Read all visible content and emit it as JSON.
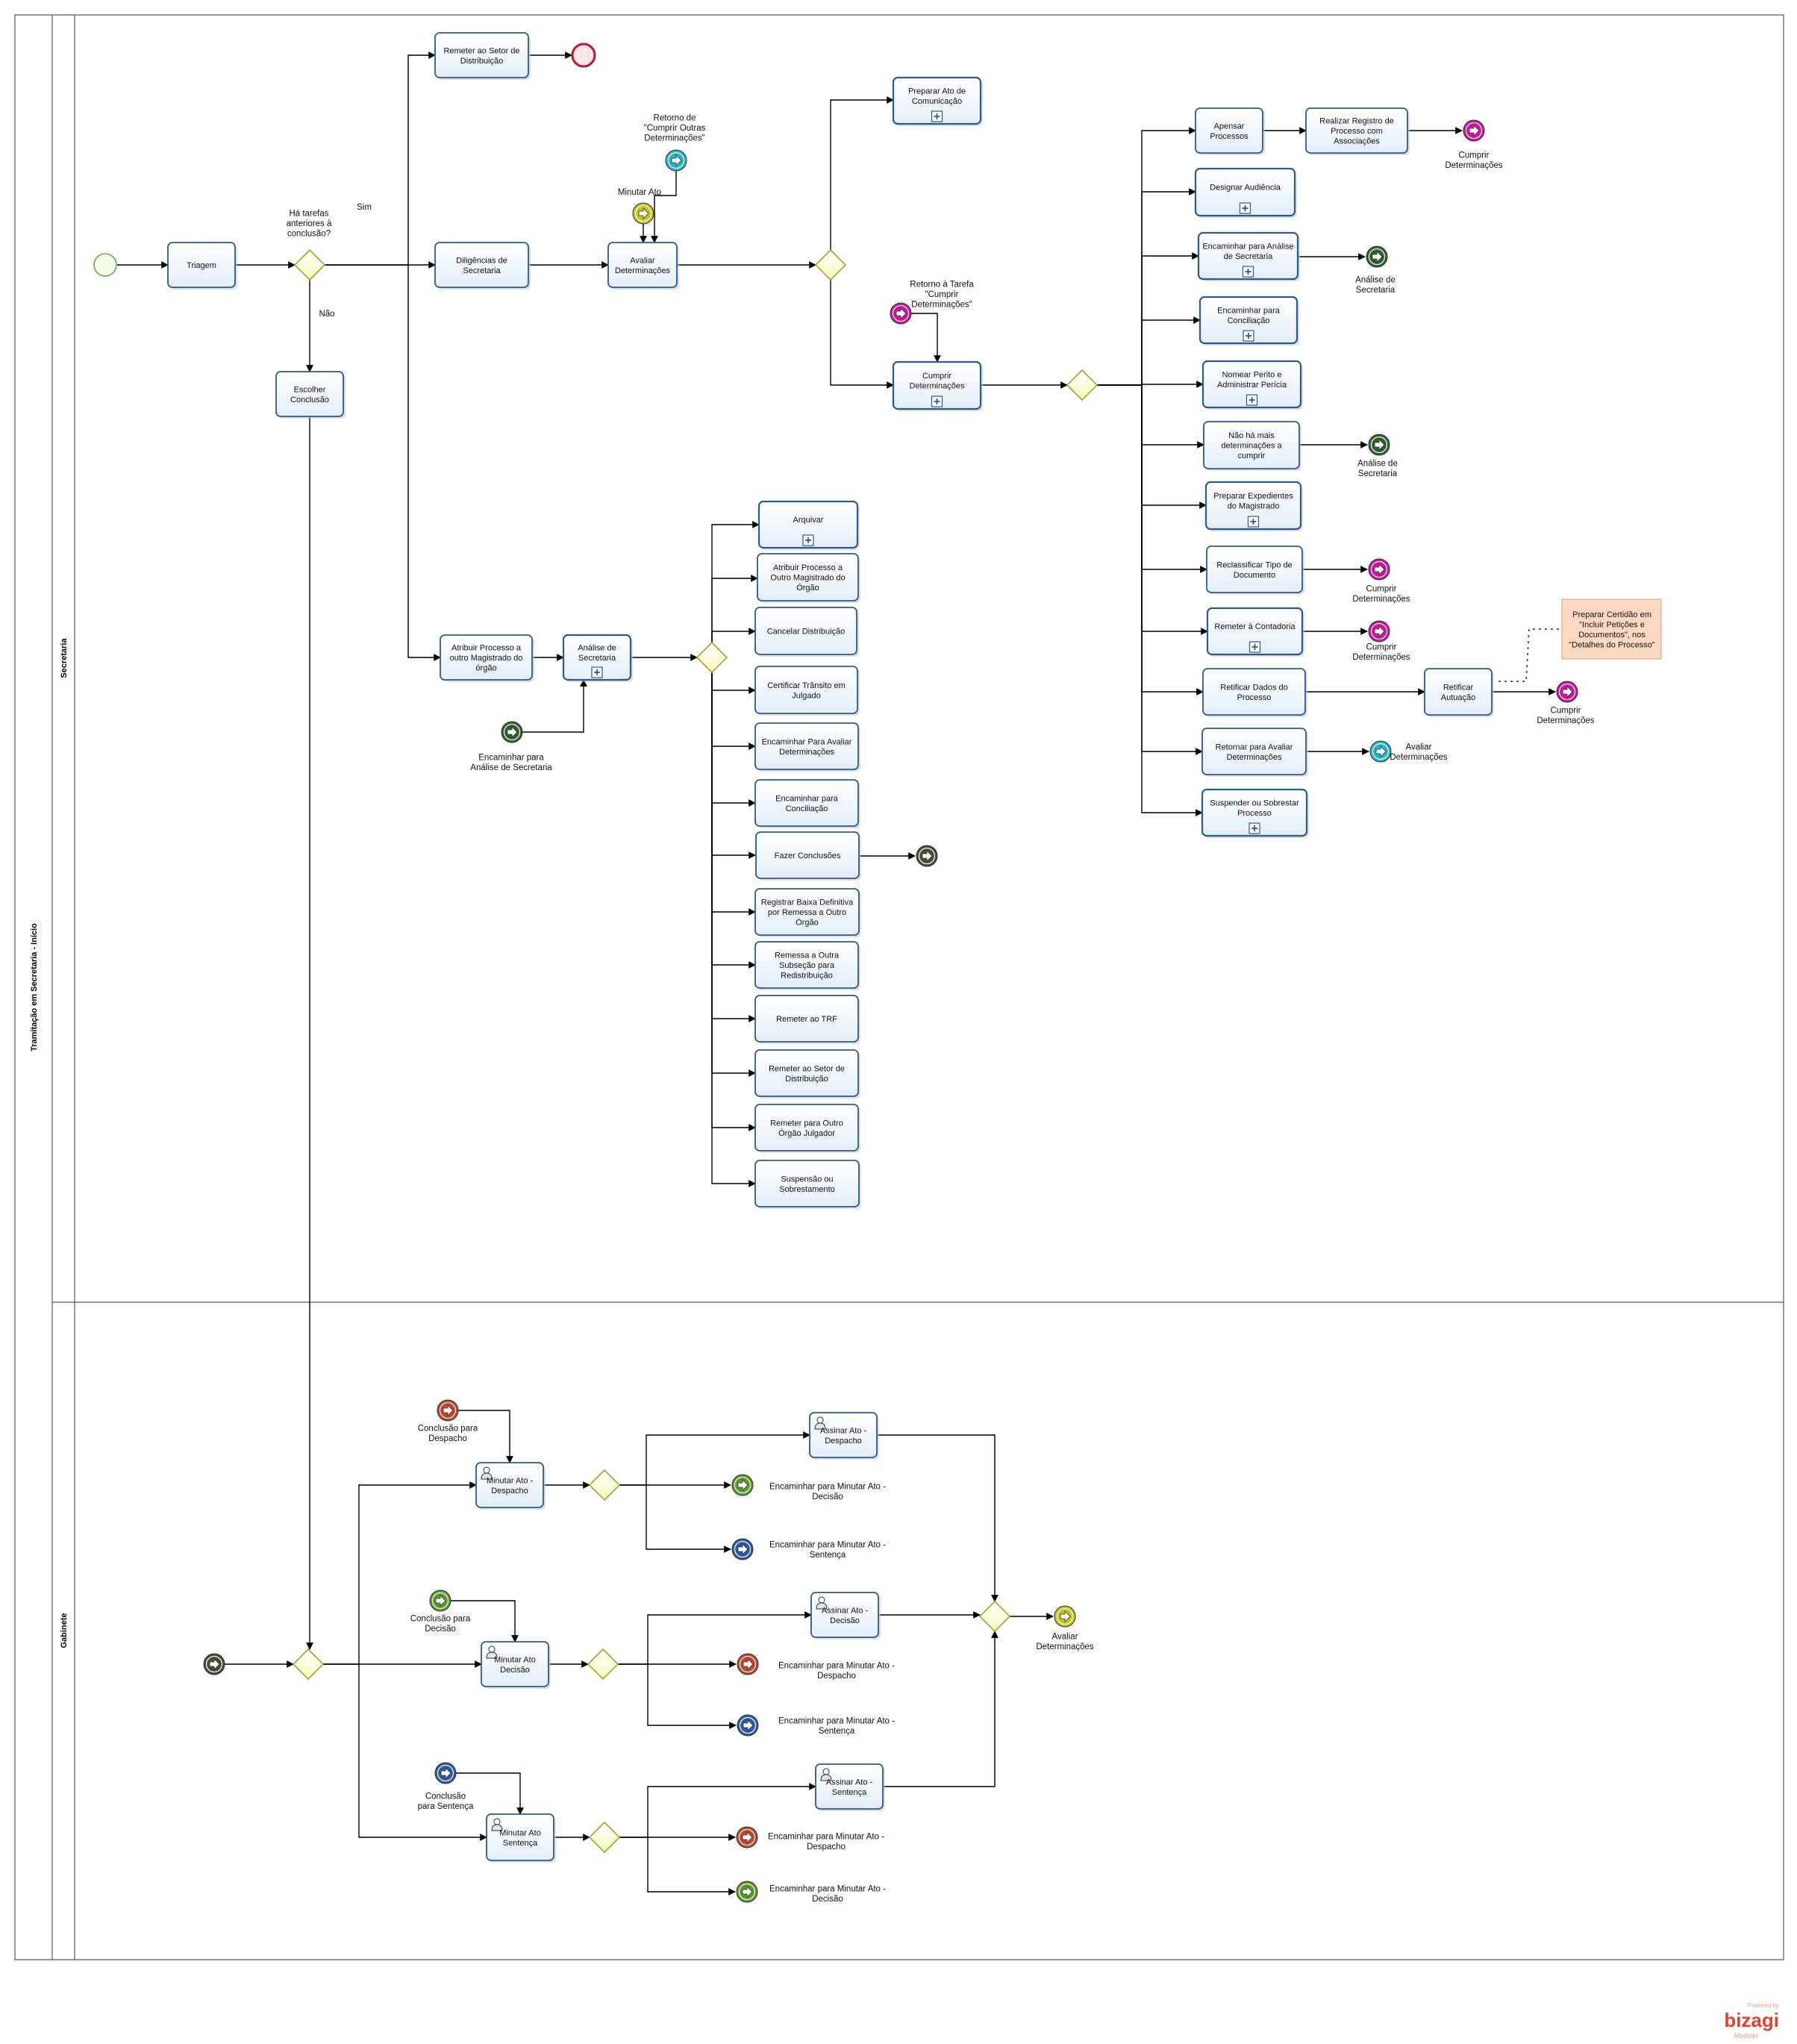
{
  "pool": {
    "title": "Tramitação em Secretaria - Início"
  },
  "lanes": {
    "secretaria": "Secretaria",
    "gabinete": "Gabinete"
  },
  "tasks": {
    "triagem": "Triagem",
    "remeter_setor_top": "Remeter ao Setor de|Distribuição",
    "diligencias": "Diligências de|Secretaria",
    "avaliar": "Avaliar|Determinações",
    "escolher": "Escolher|Conclusão",
    "preparar_ato": "Preparar Ato de|Comunicação",
    "cumprir": "Cumprir|Determinações",
    "apensar": "Apensar|Processos",
    "realizar_registro": "Realizar Registro de|Processo com|Associações",
    "designar": "Designar Audiência",
    "encaminhar_analise": "Encaminhar para Análise|de Secretaria",
    "encaminhar_conc_right": "Encaminhar para|Conciliação",
    "nomear_perito": "Nomear Perito e|Administrar Perícia",
    "nao_ha": "Não há mais|determinações a|cumprir",
    "preparar_exp": "Preparar Expedientes|do Magistrado",
    "reclassificar": "Reclassificar Tipo de|Documento",
    "remeter_contadoria": "Remeter à Contadoria",
    "retificar_dados": "Retificar Dados do|Processo",
    "retificar_autuacao": "Retificar|Autuação",
    "retornar_avaliar": "Retornar para Avaliar|Determinações",
    "suspender_right": "Suspender ou Sobrestar|Processo",
    "atribuir_processo": "Atribuir Processo a|outro Magistrado do|órgão",
    "analise_secretaria": "Análise de|Secretaria",
    "arquivar": "Arquivar",
    "atribuir_outro": "Atribuir Processo a|Outro Magistrado do|Órgão",
    "cancelar": "Cancelar Distribuição",
    "certificar": "Certificar Trânsito em|Julgado",
    "encaminhar_avaliar": "Encaminhar Para Avaliar|Determinações",
    "encaminhar_conc_left": "Encaminhar para|Conciliação",
    "fazer_conclusoes": "Fazer Conclusões",
    "registrar_baixa": "Registrar Baixa Definitiva|por Remessa a Outro|Órgão",
    "remessa_outra": "Remessa a Outra|Subseção para|Redistribuição",
    "remeter_trf": "Remeter ao TRF",
    "remeter_setor_bottom": "Remeter ao Setor de|Distribuição",
    "remeter_outro_orgao": "Remeter para Outro|Órgão Julgador",
    "suspensao": "Suspensão ou|Sobrestamento",
    "minutar_despacho": "Minutar Ato -|Despacho",
    "minutar_decisao": "Minutar Ato|Decisão",
    "minutar_sentenca": "Minutar Ato|Sentença",
    "assinar_despacho": "Assinar Ato -|Despacho",
    "assinar_decisao": "Assinar Ato -|Decisão",
    "assinar_sentenca": "Assinar Ato -|Sentença"
  },
  "labels": {
    "ha_tarefas": "Há tarefas|anteriores à|conclusão?",
    "sim": "Sim",
    "nao": "Não",
    "retorno_outras": "Retorno de|\"Cumprir Outras|Determinações\"",
    "minutar_ato": "Minutar Ato",
    "retorno_tarefa": "Retorno à  Tarefa|\"Cumprir|Determinações\"",
    "cumprir_det_1": "Cumprir|Determinações",
    "analise_sec_1": "Análise de|Secretaria",
    "analise_sec_2": "Análise de|Secretaria",
    "cumprir_det_2": "Cumprir|Determinações",
    "cumprir_det_3": "Cumprir|Determinações",
    "cumprir_det_4": "Cumprir|Determinações",
    "avaliar_det": "Avaliar|Determinações",
    "enc_analise_sec": "Encaminhar para|Análise de Secretaria",
    "conclusao_despacho": "Conclusão para|Despacho",
    "conclusao_decisao": "Conclusão para|Decisão",
    "conclusao_sentenca": "Conclusão|para Sentença",
    "g1_decisao": "Encaminhar para Minutar Ato -|Decisão",
    "g1_sentenca": "Encaminhar para Minutar Ato -|Sentença",
    "g2_despacho": "Encaminhar para Minutar Ato -|Despacho",
    "g2_sentenca": "Encaminhar para Minutar Ato -|Sentença",
    "g3_despacho": "Encaminhar para Minutar Ato -|Despacho",
    "g3_decisao": "Encaminhar para Minutar Ato -|Decisão",
    "avaliar_det_gab": "Avaliar|Determinações"
  },
  "annotation": "Preparar Certidão em|\"Incluir Petições e|Documentos\", nos|\"Detalhes do Processo\"",
  "watermark": {
    "small": "Powered by",
    "brand": "bizagi",
    "sub": "Modeler"
  },
  "colors": {
    "task_fill": "#eef4fb",
    "task_stroke": "#2d5a88",
    "gateway_fill": "#fefed4",
    "gateway_stroke": "#a6a330",
    "start_stroke": "#69a84f",
    "end_stroke": "#c0142b",
    "link_magenta": "#d0139a",
    "link_cyan": "#21b7c4",
    "link_yellow": "#c4c21c",
    "link_darkgreen": "#2f5e2e",
    "link_olive": "#4a4a36",
    "link_red": "#c44428",
    "link_green": "#5a9a2a",
    "link_blue": "#2b58a8",
    "annotation_fill": "#fbd8bf",
    "brand": "#e8402f"
  }
}
